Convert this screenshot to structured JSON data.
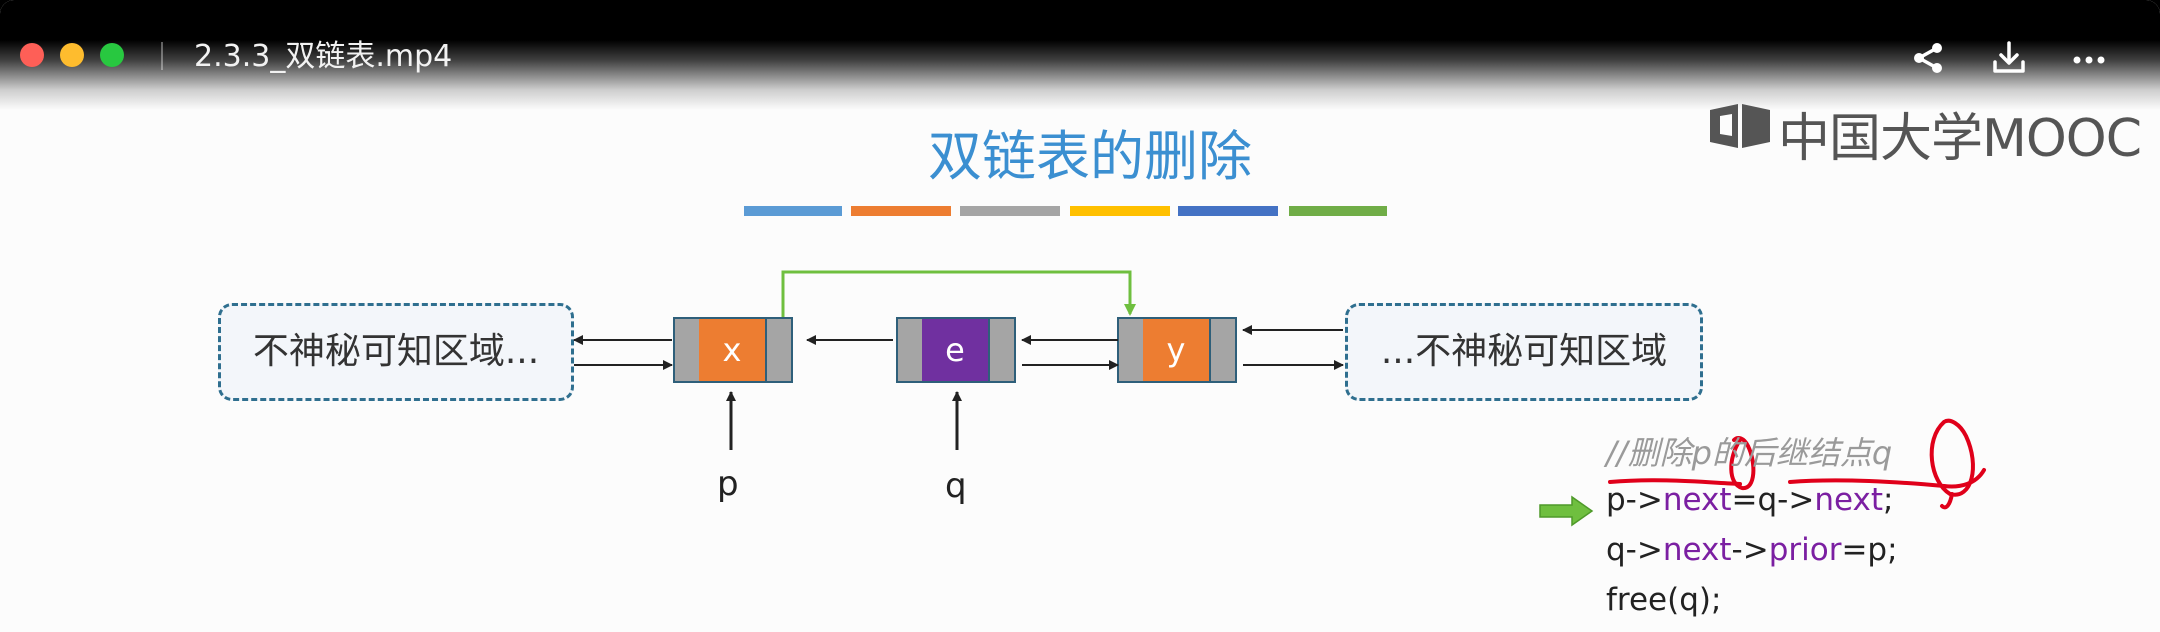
{
  "window": {
    "title": "2.3.3_双链表.mp4",
    "traffic_lights": {
      "close": "#fe5f57",
      "minimize": "#febc2e",
      "maximize": "#28c840"
    }
  },
  "toolbar": {
    "icons": [
      "share-icon",
      "download-icon",
      "more-icon"
    ]
  },
  "brand": {
    "text": "中国大学MOOC"
  },
  "slide": {
    "title": "双链表的删除",
    "title_color": "#3b8fd1",
    "color_bar_colors": [
      "#5b9bd5",
      "#ed7d31",
      "#a5a5a5",
      "#ffc000",
      "#4472c4",
      "#70ad47"
    ],
    "left_region": "不神秘可知区域...",
    "right_region": "...不神秘可知区域",
    "nodes": [
      {
        "data": "x",
        "color": "#ed7d31"
      },
      {
        "data": "e",
        "color": "#7030a0"
      },
      {
        "data": "y",
        "color": "#ed7d31"
      }
    ],
    "pointer_labels": {
      "p": "p",
      "q": "q"
    },
    "bypass_link_color": "#70c04a"
  },
  "code": {
    "comment": "//删除p的后继结点q",
    "lines": [
      {
        "a": "p->",
        "b": "next",
        "c": "=q->",
        "d": "next",
        "e": ";"
      },
      {
        "a": "q->",
        "b": "next",
        "c": "->",
        "d": "prior",
        "e": "=p;"
      },
      {
        "a": "free(q);",
        "b": "",
        "c": "",
        "d": "",
        "e": ""
      }
    ],
    "annotation_color": "#e0001a"
  }
}
